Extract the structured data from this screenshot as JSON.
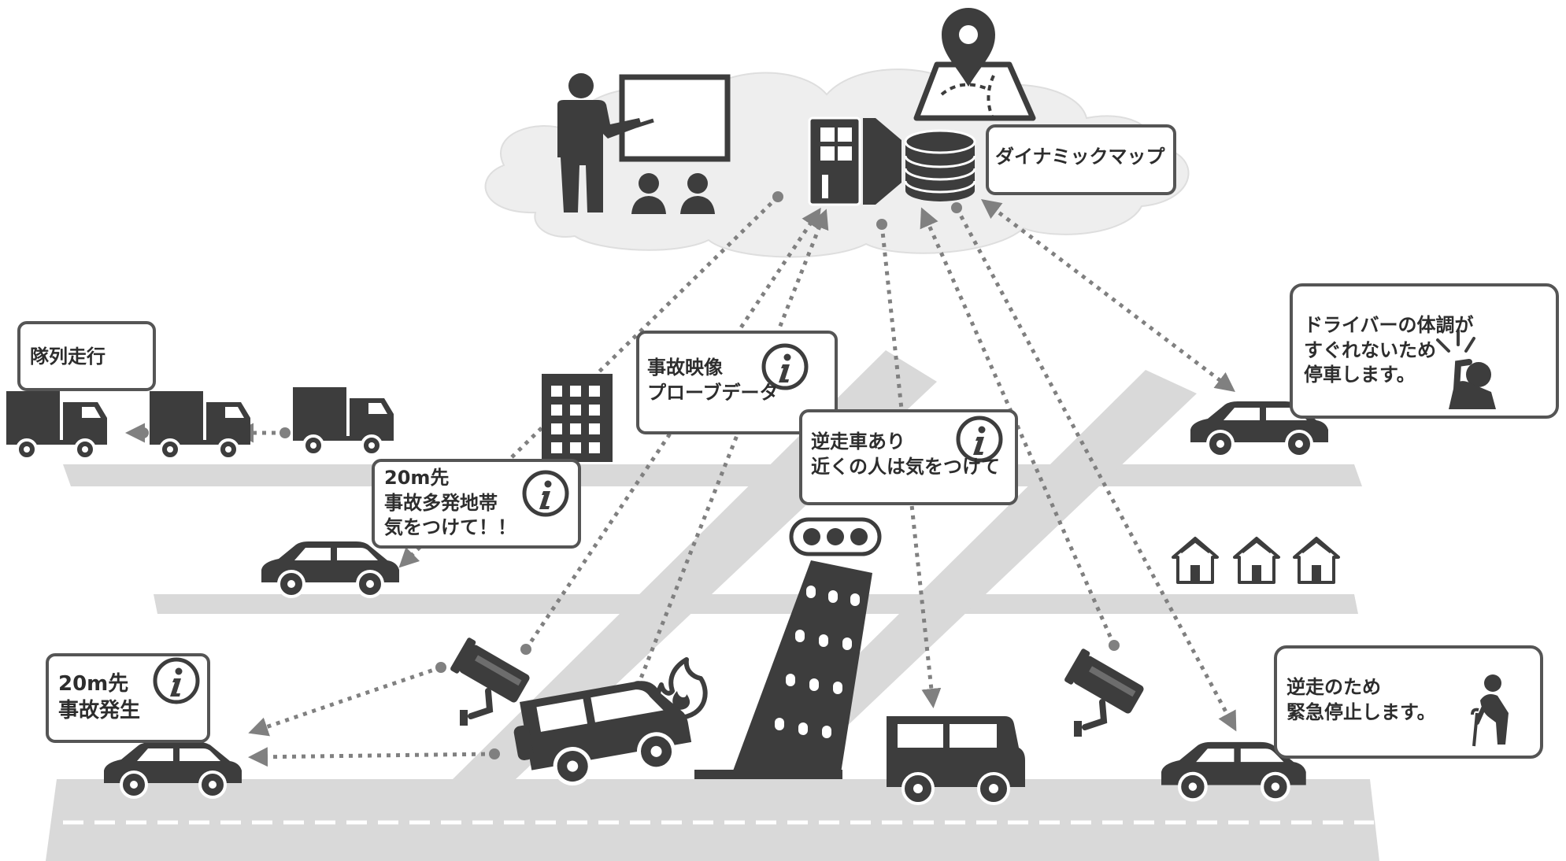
{
  "labels": {
    "dynamic_map": "ダイナミックマップ",
    "platooning": "隊列走行",
    "accident_video": [
      "事故映像",
      "プローブデータ"
    ],
    "wrong_way_warning": [
      "逆走車あり",
      "近くの人は気をつけて"
    ],
    "driver_condition": [
      "ドライバーの体調が",
      "すぐれないため",
      "停車します。"
    ],
    "hazard_zone": [
      "20m先",
      "事故多発地帯",
      "気をつけて！！"
    ],
    "accident_ahead": [
      "20m先",
      "事故発生"
    ],
    "emergency_stop": [
      "逆走のため",
      "緊急停止します。"
    ]
  },
  "icons": [
    "cloud-icon",
    "presenter-icon",
    "audience-icon",
    "map-pin-icon",
    "server-icon",
    "database-icon",
    "info-icon",
    "truck-icon",
    "office-building-icon",
    "car-icon",
    "suv-icon",
    "traffic-light-icon",
    "leaning-tower-icon",
    "security-camera-icon",
    "fire-icon",
    "house-icon",
    "sick-driver-icon",
    "elderly-person-icon"
  ],
  "colors": {
    "background": "#ffffff",
    "cloud": "#eeeeee",
    "road": "#d9d9d9",
    "icon": "#3d3d3d",
    "arrow": "#808080",
    "callout_border": "#555555"
  }
}
